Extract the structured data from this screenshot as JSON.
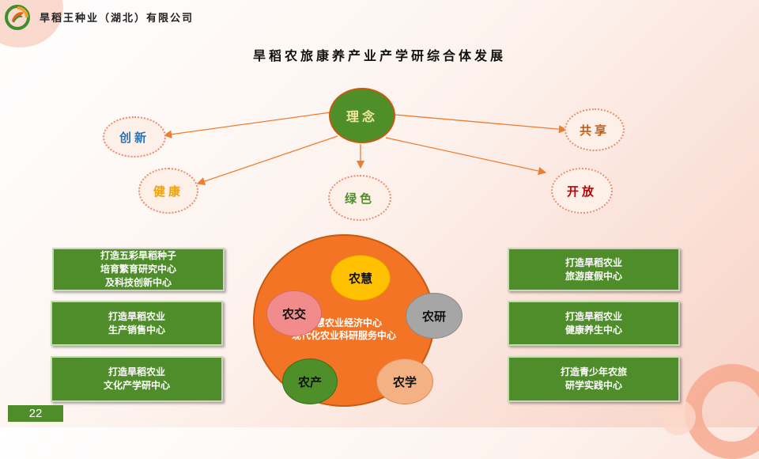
{
  "header": {
    "company": "旱稻王种业（湖北）有限公司"
  },
  "title": "旱稻农旅康养产业产学研综合体发展",
  "concept": {
    "center": "理念",
    "nodes": {
      "innovation": "创新",
      "share": "共享",
      "health": "健康",
      "green": "绿色",
      "open": "开放"
    },
    "colors": {
      "innovation": "#2e74b5",
      "share": "#c55a11",
      "health": "#e8a317",
      "green": "#4e8f2a",
      "open": "#c00000"
    }
  },
  "left_boxes": [
    [
      "打造五彩旱稻种子",
      "培育繁育研究中心",
      "及科技创新中心"
    ],
    [
      "打造旱稻农业",
      "生产销售中心"
    ],
    [
      "打造旱稻农业",
      "文化产学研中心"
    ]
  ],
  "right_boxes": [
    [
      "打造旱稻农业",
      "旅游度假中心"
    ],
    [
      "打造旱稻农业",
      "健康养生中心"
    ],
    [
      "打造青少年农旅",
      "研学实践中心"
    ]
  ],
  "hub": {
    "line1": "智慧农业经济中心",
    "line2": "现代化农业科研服务中心",
    "circles": {
      "wisdom": "农慧",
      "exchange": "农交",
      "research": "农研",
      "production": "农产",
      "study": "农学"
    }
  },
  "page_number": "22"
}
